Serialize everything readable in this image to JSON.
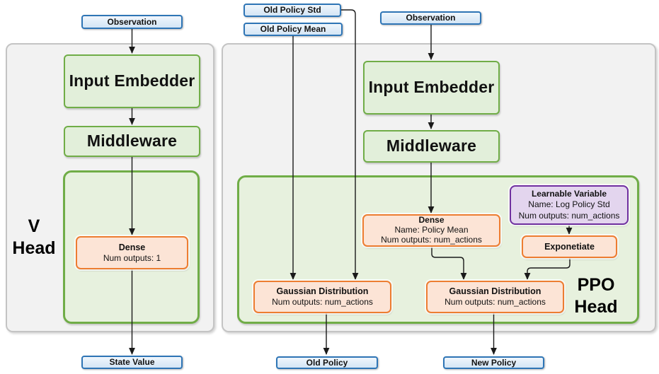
{
  "colors": {
    "blue_border": "#2E75B6",
    "blue_fill": "#DEEBF7",
    "green_border": "#70AD47",
    "green_fill": "#E2EFDA",
    "head_container_fill": "#E7F1DE",
    "orange_border": "#ED7D31",
    "orange_fill": "#FCE4D6",
    "purple_border": "#7030A0",
    "purple_fill": "#E3D5EE",
    "panel_fill": "#F2F2F2",
    "panel_border": "#C4C4C4",
    "arrow": "#1A1A1A"
  },
  "io_nodes": {
    "observation_left": "Observation",
    "old_policy_std": "Old Policy Std",
    "old_policy_mean": "Old Policy Mean",
    "observation_right": "Observation",
    "state_value": "State Value",
    "old_policy": "Old Policy",
    "new_policy": "New Policy"
  },
  "v_head": {
    "label": [
      "V",
      "Head"
    ],
    "input_embedder": "Input Embedder",
    "middleware": "Middleware",
    "dense": {
      "title": "Dense",
      "lines": [
        "Num outputs: 1"
      ]
    }
  },
  "ppo_head": {
    "label": [
      "PPO",
      "Head"
    ],
    "input_embedder": "Input Embedder",
    "middleware": "Middleware",
    "dense_policy_mean": {
      "title": "Dense",
      "lines": [
        "Name: Policy Mean",
        "Num outputs: num_actions"
      ]
    },
    "learnable_variable": {
      "title": "Learnable Variable",
      "lines": [
        "Name: Log Policy Std",
        "Num outputs: num_actions"
      ]
    },
    "exponetiate": {
      "title": "Exponetiate"
    },
    "gaussian_old": {
      "title": "Gaussian Distribution",
      "lines": [
        "Num outputs: num_actions"
      ]
    },
    "gaussian_new": {
      "title": "Gaussian Distribution",
      "lines": [
        "Num outputs: num_actions"
      ]
    }
  }
}
